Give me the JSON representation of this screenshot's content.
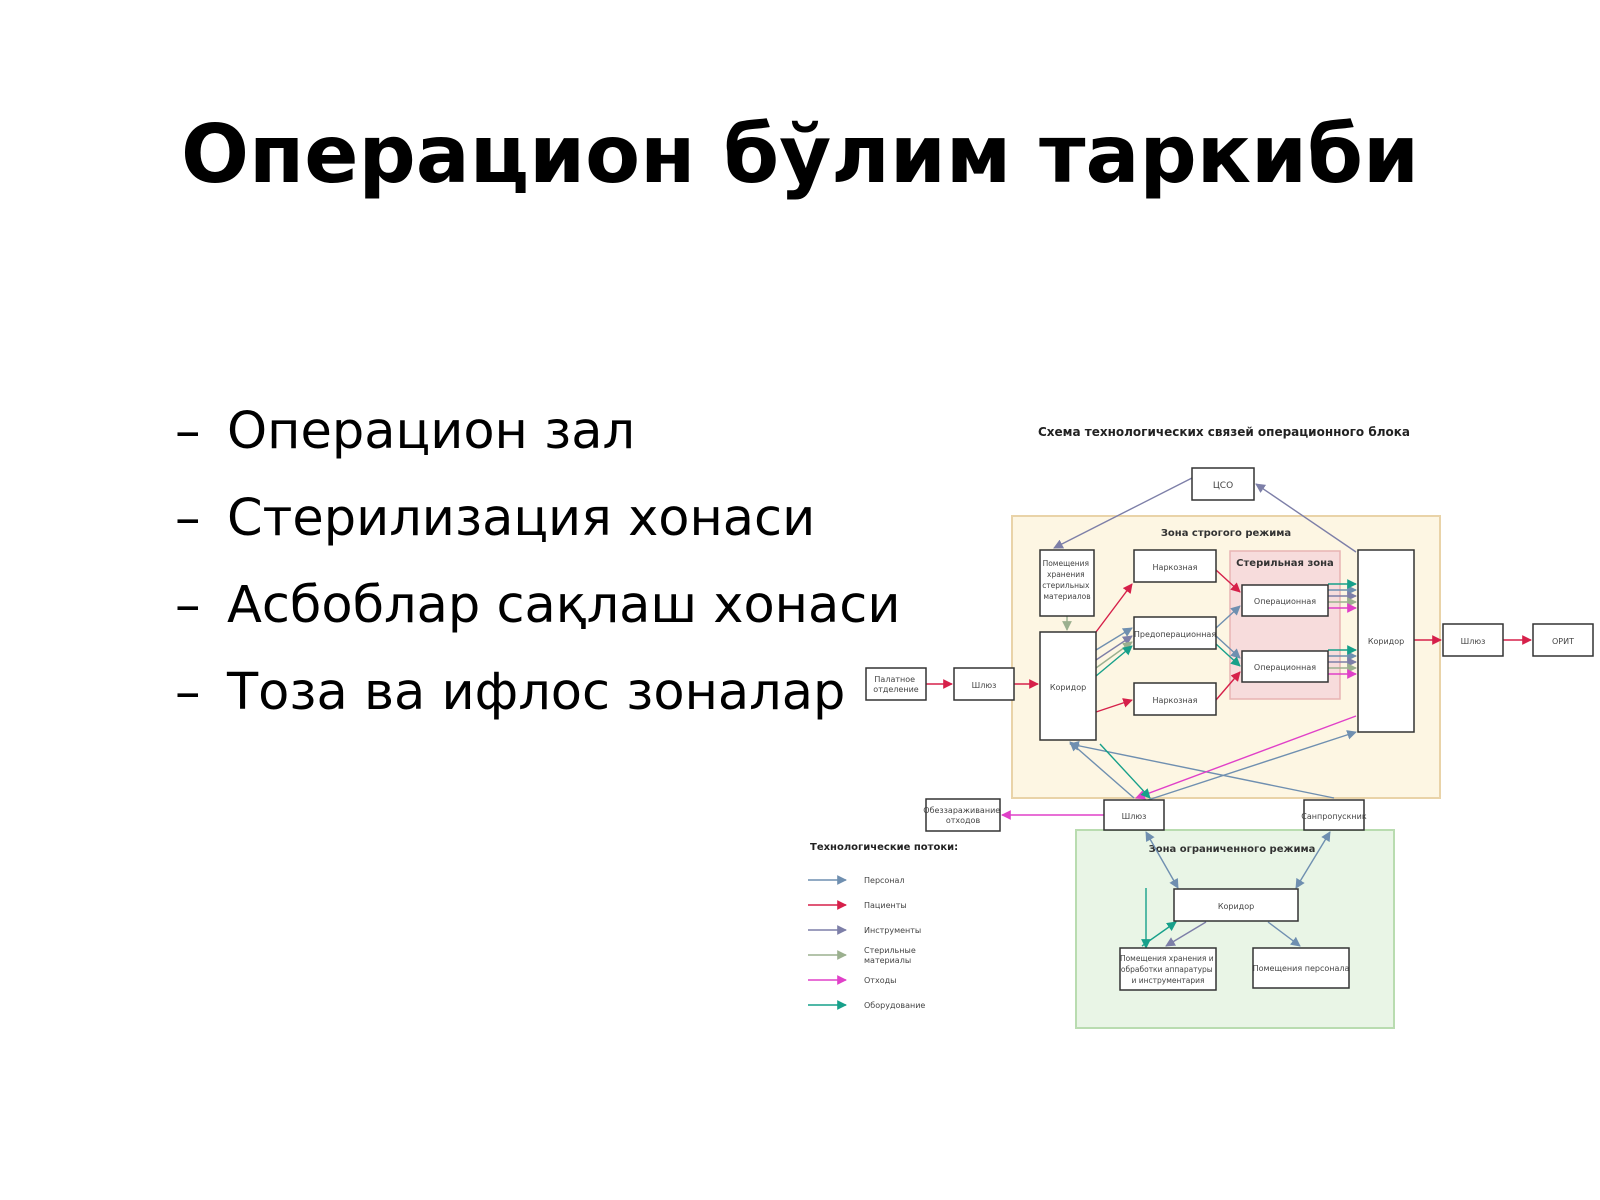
{
  "slide": {
    "title": "Операцион бўлим таркиби",
    "bullets": [
      "Операцион зал",
      "Стерилизация хонаси",
      "Асбоблар сақлаш хонаси",
      "Тоза ва ифлос зоналар"
    ],
    "bullet_marker": "–"
  },
  "diagram": {
    "title": "Схема технологических связей операционного блока",
    "zones": {
      "strict": "Зона строгого режима",
      "sterile": "Стерильная зона",
      "limited": "Зона ограниченного режима"
    },
    "nodes": {
      "cso": "ЦСО",
      "storage_sterile": [
        "Помещения",
        "хранения",
        "стерильных",
        "материалов"
      ],
      "narcosis_top": "Наркозная",
      "preop": "Предоперационная",
      "narcosis_bottom": "Наркозная",
      "operating_1": "Операционная",
      "operating_2": "Операционная",
      "corridor_left": "Коридор",
      "corridor_right": "Коридор",
      "ward_dept": [
        "Палатное",
        "отделение"
      ],
      "airlock_left": "Шлюз",
      "airlock_right": "Шлюз",
      "icu": "ОРИТ",
      "waste_disposal": [
        "Обеззараживание",
        "отходов"
      ],
      "airlock_bottom": "Шлюз",
      "sanitary": "Санпропускник",
      "corridor_limited": "Коридор",
      "equipment_storage": [
        "Помещения хранения и",
        "обработки аппаратуры",
        "и инструментария"
      ],
      "staff_room": "Помещения персонала"
    },
    "legend": {
      "title": "Технологические потоки:",
      "items": [
        {
          "label": [
            "Персонал"
          ],
          "color": "#6f8fb0"
        },
        {
          "label": [
            "Пациенты"
          ],
          "color": "#d6204a"
        },
        {
          "label": [
            "Инструменты"
          ],
          "color": "#7d7fa8"
        },
        {
          "label": [
            "Стерильные",
            "материалы"
          ],
          "color": "#9bb08f"
        },
        {
          "label": [
            "Отходы"
          ],
          "color": "#e040c8"
        },
        {
          "label": [
            "Оборудование"
          ],
          "color": "#17a08a"
        }
      ]
    },
    "colors": {
      "strict_fill": "#fdf6e3",
      "strict_stroke": "#e9d3a8",
      "sterile_fill": "#f7dcdc",
      "sterile_stroke": "#e8b3b3",
      "limited_fill": "#e9f5e6",
      "limited_stroke": "#b9dcb0"
    }
  }
}
